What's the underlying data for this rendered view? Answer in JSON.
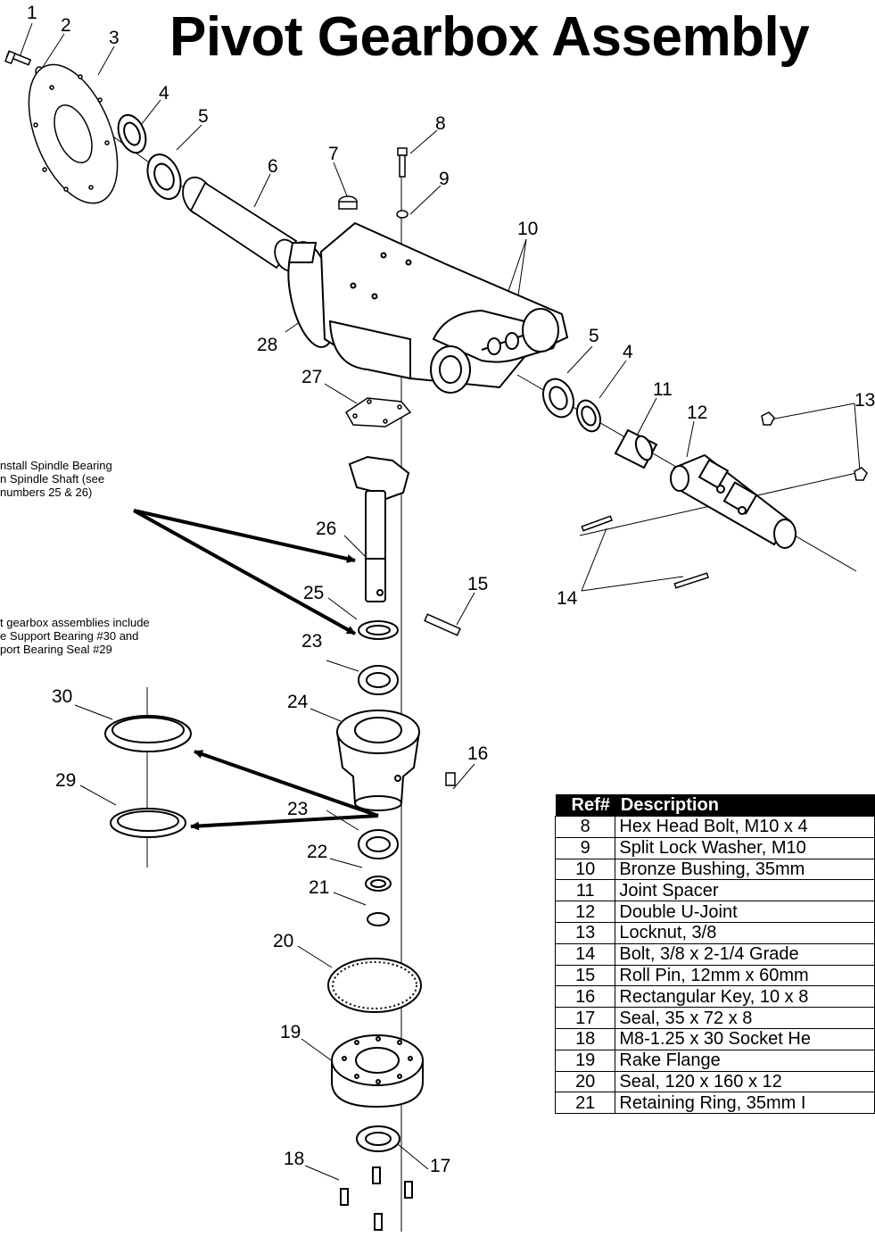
{
  "title": "Pivot Gearbox Assembly",
  "callouts": [
    "1",
    "2",
    "3",
    "4",
    "5",
    "6",
    "7",
    "8",
    "9",
    "10",
    "28",
    "27",
    "5",
    "4",
    "11",
    "12",
    "13",
    "26",
    "25",
    "15",
    "23",
    "24",
    "16",
    "14",
    "30",
    "29",
    "23",
    "22",
    "21",
    "20",
    "19",
    "18",
    "17"
  ],
  "notes": {
    "spindle": [
      "nstall Spindle Bearing",
      "n Spindle Shaft (see",
      " numbers 25 & 26)"
    ],
    "support": [
      "t gearbox assemblies include",
      "e Support Bearing #30 and",
      "port Bearing Seal #29"
    ]
  },
  "table": {
    "headers": {
      "ref": "Ref#",
      "desc": "Description"
    },
    "rows": [
      {
        "ref": "8",
        "desc": "Hex Head Bolt, M10 x 4"
      },
      {
        "ref": "9",
        "desc": "Split Lock Washer, M10"
      },
      {
        "ref": "10",
        "desc": "Bronze Bushing, 35mm"
      },
      {
        "ref": "11",
        "desc": "Joint Spacer"
      },
      {
        "ref": "12",
        "desc": "Double U-Joint"
      },
      {
        "ref": "13",
        "desc": "Locknut, 3/8"
      },
      {
        "ref": "14",
        "desc": "Bolt, 3/8 x 2-1/4 Grade"
      },
      {
        "ref": "15",
        "desc": "Roll Pin, 12mm x 60mm"
      },
      {
        "ref": "16",
        "desc": "Rectangular Key, 10 x 8"
      },
      {
        "ref": "17",
        "desc": "Seal, 35 x 72 x 8"
      },
      {
        "ref": "18",
        "desc": "M8-1.25 x 30 Socket He"
      },
      {
        "ref": "19",
        "desc": "Rake Flange"
      },
      {
        "ref": "20",
        "desc": "Seal, 120 x 160 x 12"
      },
      {
        "ref": "21",
        "desc": "Retaining Ring, 35mm I"
      }
    ]
  }
}
